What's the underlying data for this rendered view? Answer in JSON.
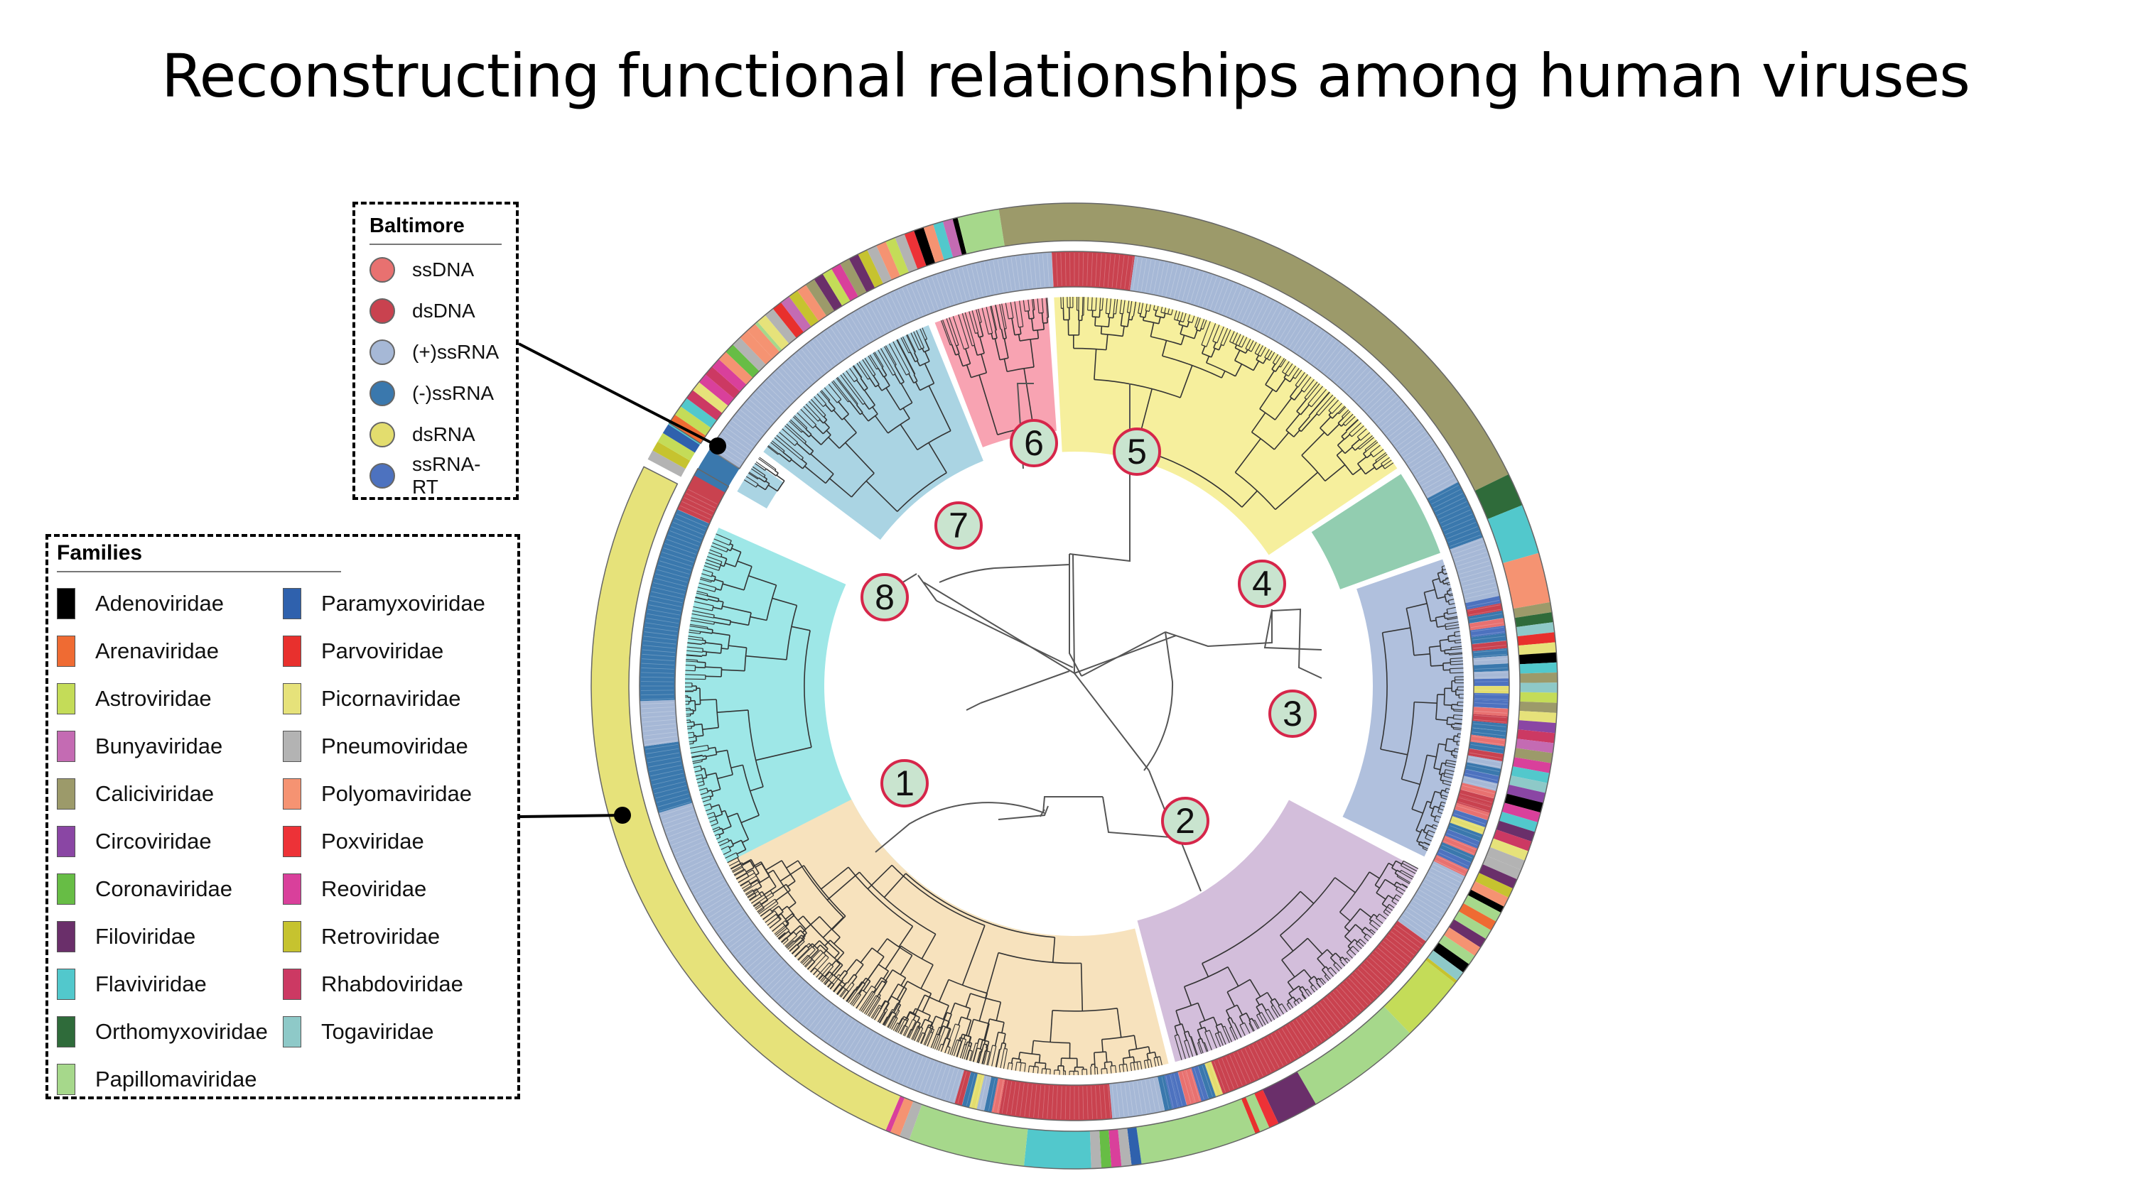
{
  "title": "Reconstructing functional relationships among human viruses",
  "baltimore_legend": {
    "title": "Baltimore",
    "items": [
      {
        "label": "ssDNA",
        "color": "#e87170"
      },
      {
        "label": "dsDNA",
        "color": "#c9424f"
      },
      {
        "label": "(+)ssRNA",
        "color": "#a6b8d6"
      },
      {
        "label": "(-)ssRNA",
        "color": "#3a78ad"
      },
      {
        "label": "dsRNA",
        "color": "#e3dd6e"
      },
      {
        "label": "ssRNA-RT",
        "color": "#4d72bf"
      }
    ]
  },
  "families_legend": {
    "title": "Families",
    "items": [
      {
        "label": "Adenoviridae",
        "color": "#000000"
      },
      {
        "label": "Arenaviridae",
        "color": "#ef6b33"
      },
      {
        "label": "Astroviridae",
        "color": "#c4dc58"
      },
      {
        "label": "Bunyaviridae",
        "color": "#c46bb3"
      },
      {
        "label": "Caliciviridae",
        "color": "#9c9a6a"
      },
      {
        "label": "Circoviridae",
        "color": "#8a46a4"
      },
      {
        "label": "Coronaviridae",
        "color": "#67bd45"
      },
      {
        "label": "Filoviridae",
        "color": "#6a2f6a"
      },
      {
        "label": "Flaviviridae",
        "color": "#52c8cc"
      },
      {
        "label": "Orthomyxoviridae",
        "color": "#2f6b3a"
      },
      {
        "label": "Papillomaviridae",
        "color": "#a6d88b"
      },
      {
        "label": "Paramyxoviridae",
        "color": "#2f61ad"
      },
      {
        "label": "Parvoviridae",
        "color": "#e8302d"
      },
      {
        "label": "Picornaviridae",
        "color": "#e6e27a"
      },
      {
        "label": "Pneumoviridae",
        "color": "#b3b3b3"
      },
      {
        "label": "Polyomaviridae",
        "color": "#f59372"
      },
      {
        "label": "Poxviridae",
        "color": "#ed3237"
      },
      {
        "label": "Reoviridae",
        "color": "#d9409b"
      },
      {
        "label": "Retroviridae",
        "color": "#c6c32f"
      },
      {
        "label": "Rhabdoviridae",
        "color": "#cc3963"
      },
      {
        "label": "Togaviridae",
        "color": "#8ec9c8"
      }
    ]
  },
  "clusters": [
    {
      "label": "1",
      "color": "#9ee7e7"
    },
    {
      "label": "2",
      "color": "#f7e2bd"
    },
    {
      "label": "3",
      "color": "#d3bedb"
    },
    {
      "label": "4",
      "color": "#b0c0dd"
    },
    {
      "label": "5",
      "color": "#92cdb0"
    },
    {
      "label": "6",
      "color": "#f6ef9d"
    },
    {
      "label": "7",
      "color": "#f8a3b2"
    },
    {
      "label": "8",
      "color": "#aad4e3"
    }
  ]
}
